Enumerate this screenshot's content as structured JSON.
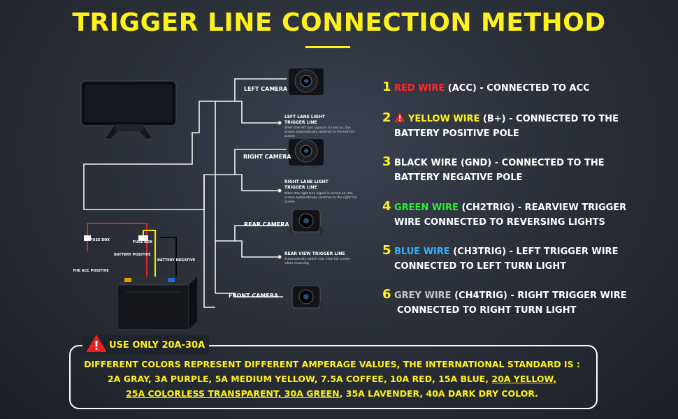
{
  "title": "TRIGGER LINE CONNECTION METHOD",
  "diagram": {
    "cameras": {
      "left": "LEFT CAMERA",
      "right": "RIGHT CAMERA",
      "rear": "REAR CAMERA",
      "front": "FRONT CAMERA"
    },
    "triggers": {
      "left_title_1": "LEFT LANE LIGHT",
      "left_title_2": "TRIGGER LINE",
      "left_desc": "When the left turn signal is turned on, the screen automatically switches to the left full screen",
      "right_title_1": "RIGHT LANE LIGHT",
      "right_title_2": "TRIGGER LINE",
      "right_desc": "When the right turn signal is turned on, the screen automatically switches to the right full screen",
      "rear_title": "REAR VIEW TRIGGER LINE",
      "rear_desc": "Automatically switch rear view full screen when reversing"
    },
    "power": {
      "fuse_box_1": "FUSE BOX",
      "fuse_box_2": "FUSE BOX",
      "acc_positive": "THE ACC POSITIVE",
      "battery_positive": "BATTERY POSITIVE",
      "battery_negative": "BATTERY NEGATIVE"
    },
    "wire_colors": {
      "red": "#e3232b",
      "yellow": "#ffe600",
      "black": "#111111",
      "white": "#f2f2f2"
    }
  },
  "wires": [
    {
      "num": "1",
      "color_name": "RED WIRE",
      "color": "#ff2a2a",
      "rest_1": " (ACC) - CONNECTED TO ACC",
      "rest_2": ""
    },
    {
      "num": "2",
      "color_name": "YELLOW WIRE",
      "color": "#fff21a",
      "rest_1": " (B+) - CONNECTED TO THE",
      "rest_2": "BATTERY POSITIVE POLE"
    },
    {
      "num": "3",
      "color_name": "BLACK WIRE",
      "color": "#ffffff",
      "rest_1": " (GND) - CONNECTED TO THE",
      "rest_2": "BATTERY NEGATIVE POLE"
    },
    {
      "num": "4",
      "color_name": "GREEN WIRE",
      "color": "#27f03a",
      "rest_1": " (CH2TRIG) - REARVIEW TRIGGER",
      "rest_2": "WIRE CONNECTED TO REVERSING LIGHTS"
    },
    {
      "num": "5",
      "color_name": "BLUE WIRE",
      "color": "#2fb4ff",
      "rest_1": " (CH3TRIG) - LEFT TRIGGER WIRE",
      "rest_2": "CONNECTED TO LEFT TURN LIGHT"
    },
    {
      "num": "6",
      "color_name": "GREY WIRE",
      "color": "#c9c9c9",
      "rest_1": " (CH4TRIG) - RIGHT TRIGGER WIRE",
      "rest_2": "CONNECTED TO RIGHT TURN LIGHT"
    }
  ],
  "notice": {
    "heading": "USE ONLY 20A-30A",
    "line1": "DIFFERENT COLORS REPRESENT DIFFERENT AMPERAGE VALUES, THE INTERNATIONAL STANDARD IS :",
    "line2_a": "2A GRAY, 3A PURPLE, 5A MEDIUM YELLOW, 7.5A COFFEE, 10A RED, 15A BLUE, ",
    "line2_b": "20A YELLOW,",
    "line3_a": "25A COLORLESS TRANSPARENT, 30A GREEN",
    "line3_b": ", 35A LAVENDER, 40A DARK DRY COLOR."
  }
}
